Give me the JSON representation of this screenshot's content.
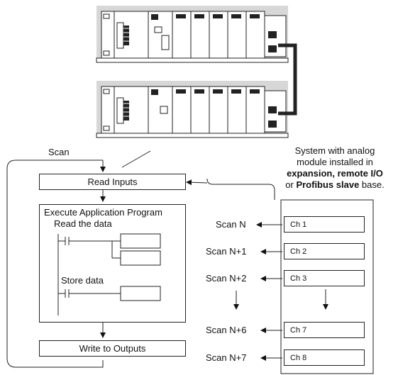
{
  "diagram": {
    "scan_label": "Scan",
    "read_inputs": "Read Inputs",
    "execute_program": "Execute Application Program",
    "read_data": "Read the data",
    "store_data": "Store data",
    "write_outputs": "Write to Outputs",
    "caption": {
      "line1": "System with analog",
      "line2": "module installed in",
      "line3_bold": "expansion, remote I/O",
      "line4_prefix": "or ",
      "line4_bold": "Profibus slave",
      "line4_suffix": " base."
    },
    "scans": [
      "Scan N",
      "Scan N+1",
      "Scan N+2",
      "Scan N+6",
      "Scan N+7"
    ],
    "channels": [
      "Ch 1",
      "Ch 2",
      "Ch 3",
      "Ch 7",
      "Ch 8"
    ]
  }
}
